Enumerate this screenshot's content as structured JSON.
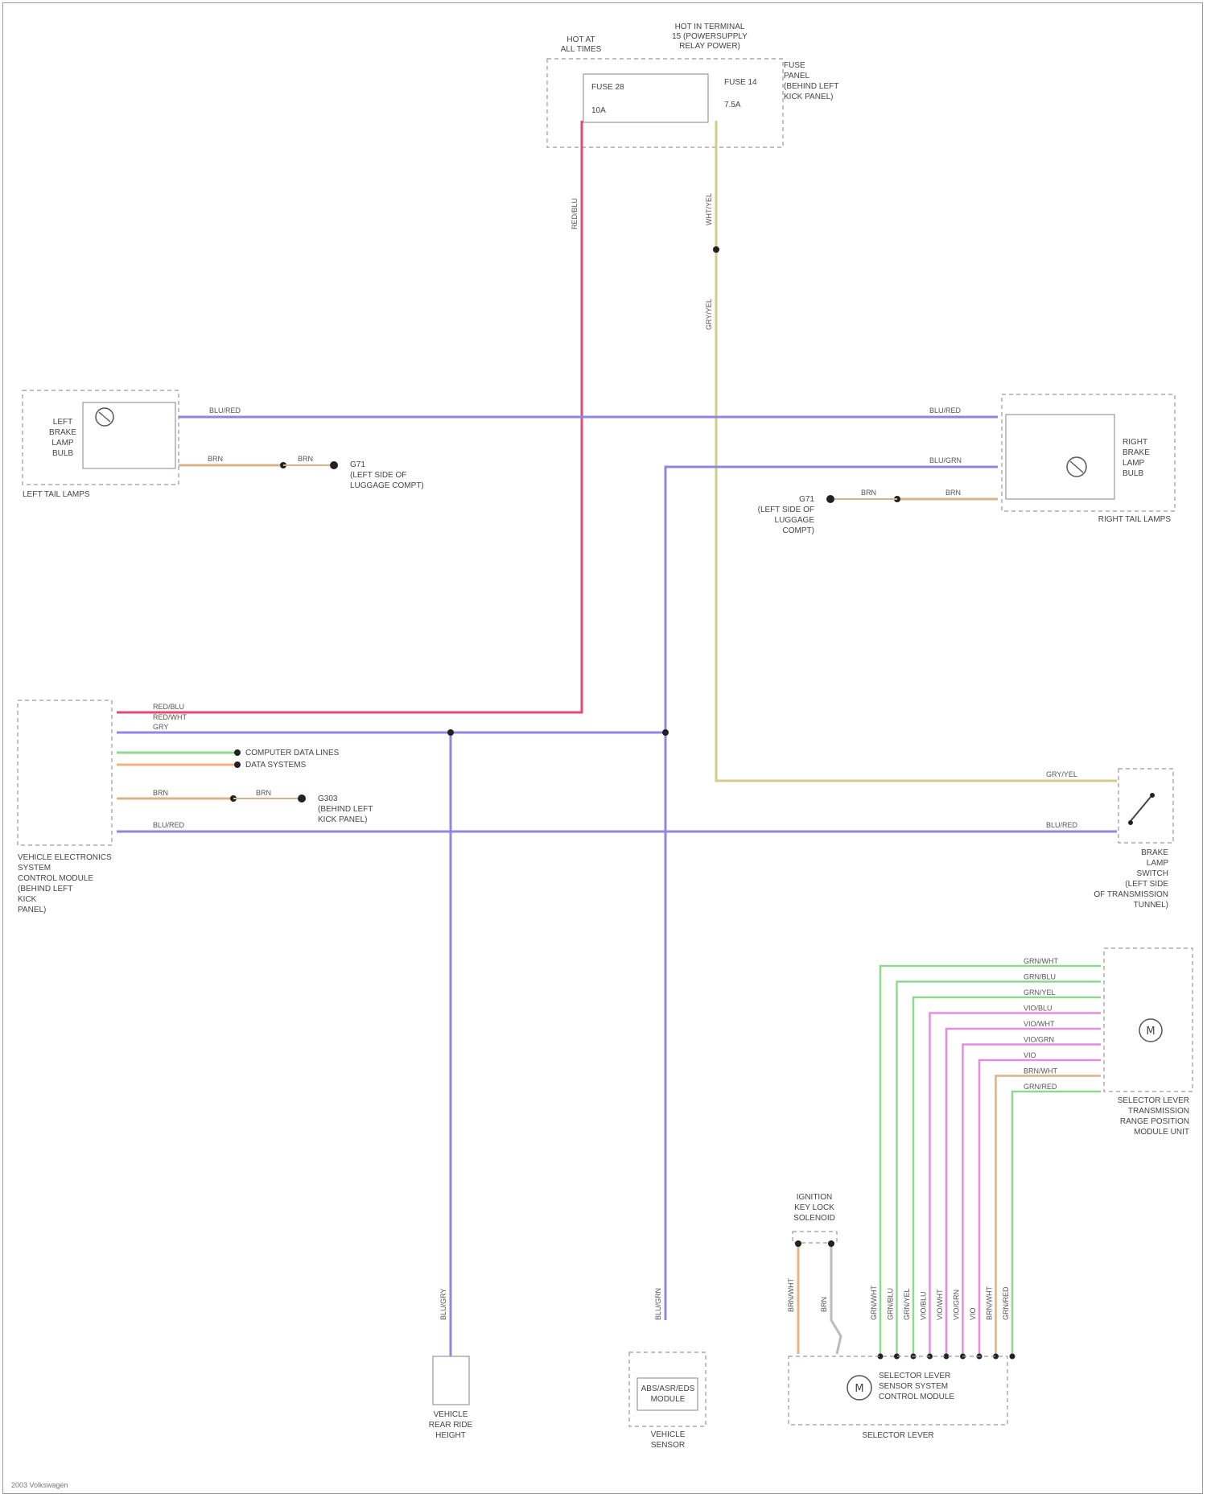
{
  "colors": {
    "red": "#e3486e",
    "blue": "#8e87dd",
    "yellow": "#d4cd8a",
    "tan": "#d9b48a",
    "green": "#90d88f",
    "orange": "#f2b07c",
    "pink": "#e58ce0",
    "gray": "#bbbbbb"
  },
  "components": {
    "fuse_top": {
      "lines": [
        "HOT AT",
        "ALL TIMES"
      ],
      "fuse_name": "FUSE 28",
      "fuse_amp": "10A"
    },
    "hot_in_run": {
      "lines": [
        "HOT IN TERMINAL",
        "15 (POWERSUPPLY",
        "RELAY POWER)"
      ]
    },
    "fuse_right": {
      "fuse_name": "FUSE 14",
      "fuse_amp": "7.5A",
      "lines": [
        "FUSE",
        "PANEL",
        "(BEHIND LEFT",
        "KICK PANEL)"
      ]
    },
    "left_tail": {
      "caption": "LEFT TAIL LAMPS",
      "lamp_lines": [
        "LEFT",
        "BRAKE",
        "LAMP",
        "BULB"
      ]
    },
    "right_tail": {
      "caption": "RIGHT TAIL LAMPS",
      "lamp_lines": [
        "RIGHT",
        "BRAKE",
        "LAMP",
        "BULB"
      ]
    },
    "ground_left": {
      "lines": [
        "G71",
        "(LEFT SIDE OF",
        "LUGGAGE COMPT)"
      ]
    },
    "ground_right": {
      "lines": [
        "G71",
        "(LEFT SIDE OF",
        "LUGGAGE",
        "COMPT)"
      ]
    },
    "module": {
      "lines": [
        "VEHICLE ELECTRONICS",
        "SYSTEM",
        "CONTROL MODULE",
        "(BEHIND LEFT",
        "KICK",
        "PANEL)"
      ]
    },
    "module_refs": [
      "COMPUTER DATA LINES",
      "DATA SYSTEMS"
    ],
    "ground_mid": {
      "lines": [
        "G303",
        "(BEHIND LEFT",
        "KICK PANEL)"
      ]
    },
    "brake_switch": {
      "lines": [
        "BRAKE",
        "LAMP",
        "SWITCH",
        "(LEFT SIDE",
        "OF TRANSMISSION",
        "TUNNEL)"
      ]
    },
    "selector_lever": {
      "lines": [
        "SELECTOR LEVER",
        "TRANSMISSION",
        "RANGE POSITION",
        "MODULE UNIT"
      ]
    },
    "ignition_switch": {
      "lines": [
        "IGNITION",
        "KEY LOCK",
        "SOLENOID"
      ]
    },
    "selector_shaft": {
      "inner": [
        "SELECTOR LEVER",
        "SENSOR SYSTEM",
        "CONTROL MODULE"
      ],
      "caption": "SELECTOR LEVER"
    },
    "speed_sensor": {
      "lines": [
        "VEHICLE",
        "REAR RIDE",
        "HEIGHT"
      ]
    },
    "abs_module": {
      "inner": [
        "ABS/ASR/EDS",
        "MODULE"
      ],
      "caption": [
        "VEHICLE",
        "SENSOR"
      ]
    }
  },
  "wires": {
    "red_main": "RED/BLU",
    "yel_main": "WHT/YEL",
    "yel_lower": "GRY/YEL",
    "blu_tail": "BLU/RED",
    "blu_right_tail": "BLU/GRN",
    "brn": "BRN",
    "mod_1": "RED/BLU",
    "mod_2": "RED/WHT",
    "mod_3": "GRY",
    "mod_7": "GRY",
    "mod_8": "BRN",
    "mod_9": "BLU/RED",
    "blu_bottom_left": "BLU/GRY",
    "blu_bottom_mid": "BLU/GRN",
    "sel_1": "GRN/WHT",
    "sel_2": "GRN/BLU",
    "sel_3": "GRN/YEL",
    "sel_4": "VIO/BLU",
    "sel_5": "VIO/WHT",
    "sel_6": "VIO/GRN",
    "sel_7": "VIO",
    "sel_8": "BRN/WHT",
    "sel_9": "GRN/RED",
    "ign_1": "BRN/WHT",
    "ign_2": "BRN"
  },
  "footer": "2003 Volkswagen"
}
